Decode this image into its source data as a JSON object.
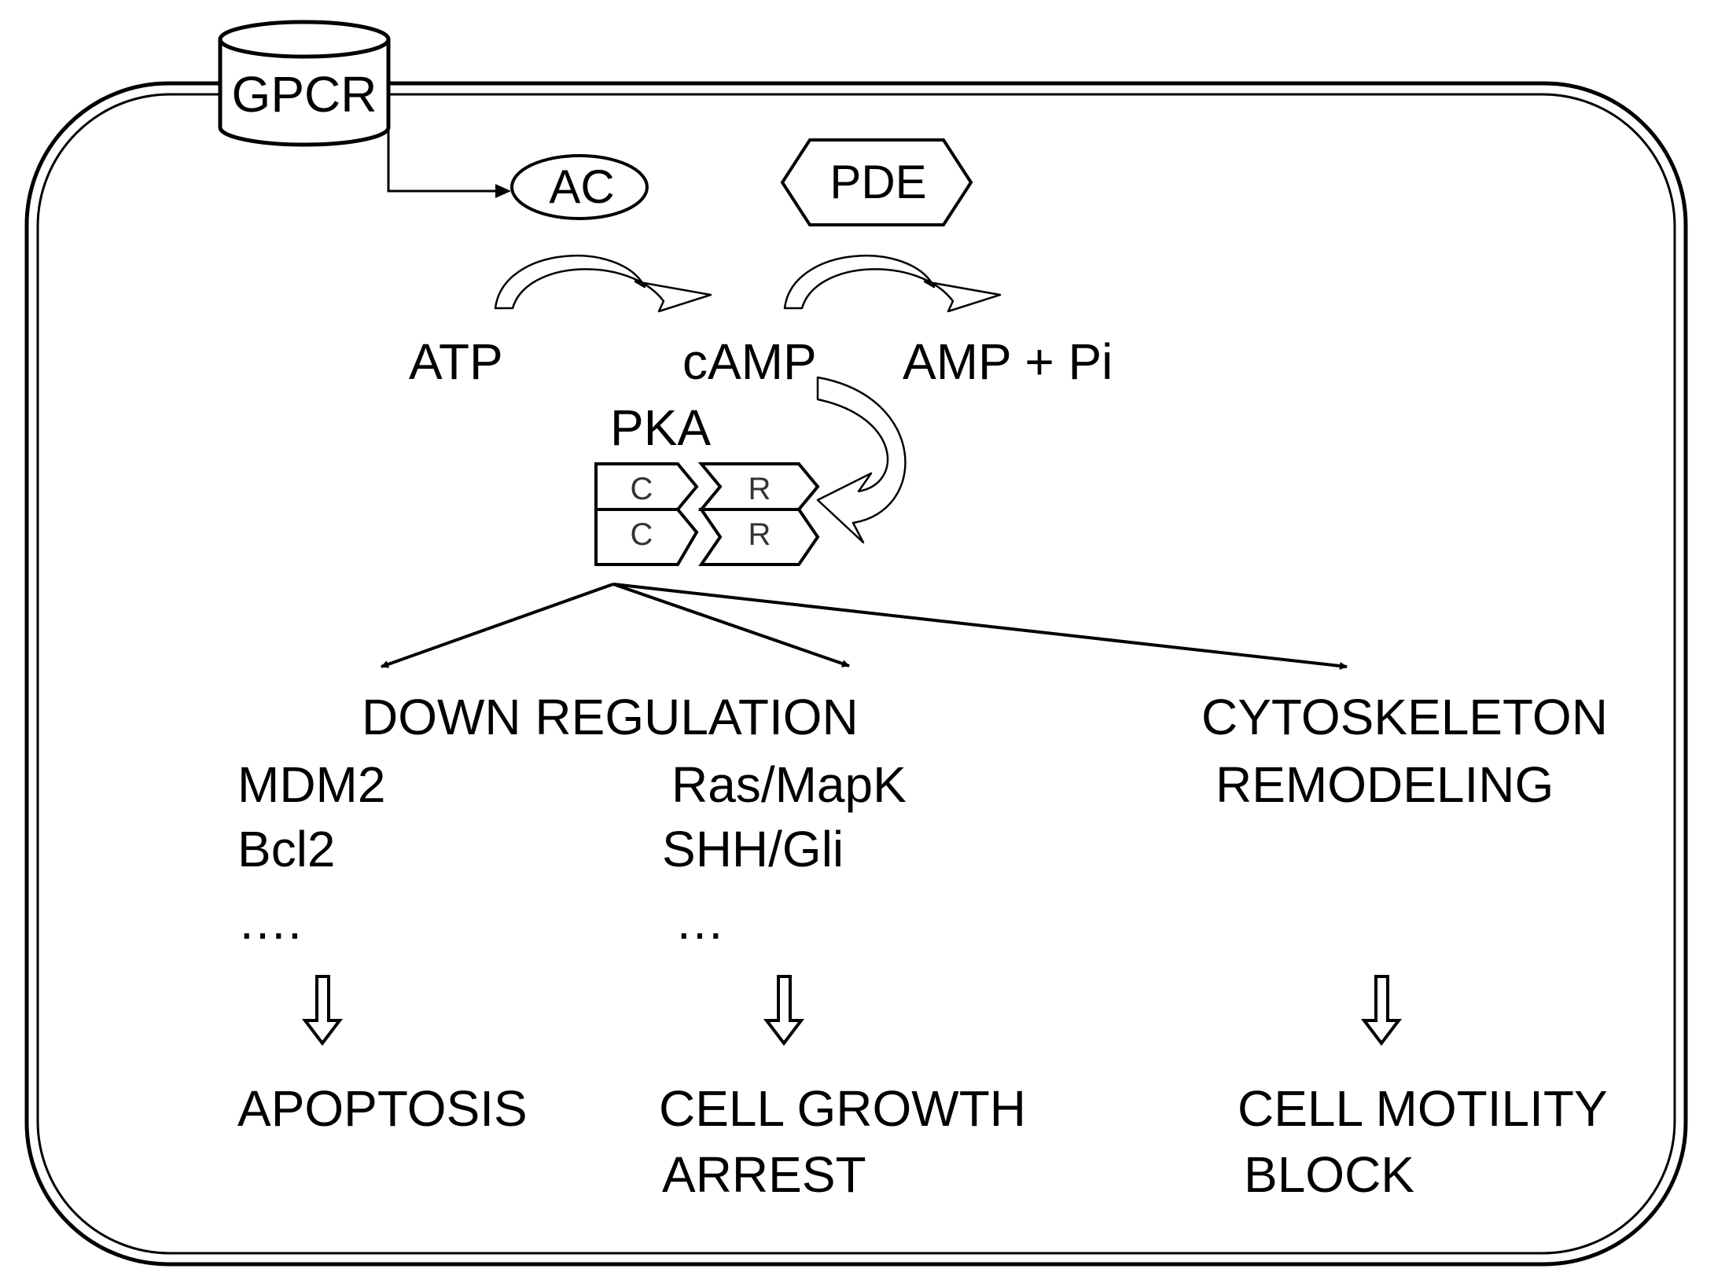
{
  "receptor": {
    "label": "GPCR"
  },
  "enzymes": {
    "ac": "AC",
    "pde": "PDE"
  },
  "metabolites": {
    "atp": "ATP",
    "camp": "cAMP",
    "amp": "AMP + Pi"
  },
  "pka": {
    "label": "PKA",
    "subunits": {
      "catalytic_top": "C",
      "catalytic_bottom": "C",
      "regulatory_top": "R",
      "regulatory_bottom": "R"
    }
  },
  "effects": {
    "down_regulation": {
      "title": "DOWN REGULATION",
      "left_targets": [
        "MDM2",
        "Bcl2",
        "…."
      ],
      "right_targets": [
        "Ras/MapK",
        "SHH/Gli",
        "…"
      ]
    },
    "cytoskeleton": {
      "lines": [
        "CYTOSKELETON",
        "REMODELING"
      ]
    }
  },
  "outcomes": {
    "apoptosis": [
      "APOPTOSIS"
    ],
    "growth": [
      "CELL GROWTH",
      "ARREST"
    ],
    "motility": [
      "CELL MOTILITY",
      "BLOCK"
    ]
  }
}
